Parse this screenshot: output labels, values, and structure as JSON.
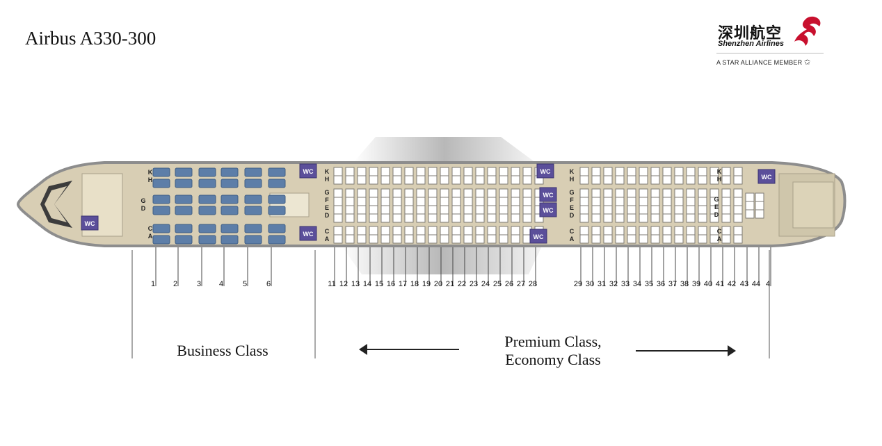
{
  "title": "Airbus A330-300",
  "airline": {
    "name_cn": "深圳航空",
    "name_en": "Shenzhen Airlines",
    "alliance": "A STAR ALLIANCE MEMBER"
  },
  "wc_label": "WC",
  "row_numbers": {
    "business": [
      "1",
      "2",
      "3",
      "4",
      "5",
      "6"
    ],
    "economy_front": [
      "11",
      "12",
      "13",
      "14",
      "15",
      "16",
      "17",
      "18",
      "19",
      "20",
      "21",
      "22",
      "23",
      "24",
      "25",
      "26",
      "27",
      "28"
    ],
    "economy_rear": [
      "29",
      "30",
      "31",
      "32",
      "33",
      "34",
      "35",
      "36",
      "37",
      "38",
      "39",
      "40",
      "41",
      "42",
      "43",
      "44",
      "4"
    ]
  },
  "seat_letters": {
    "business_top": "K H",
    "business_mid": "G D",
    "business_bot": "C A",
    "eco_top": "K H",
    "eco_mid": "G F E D",
    "eco_bot": "C A",
    "rear_mid": "G E D"
  },
  "classes": {
    "business": "Business Class",
    "economy_line1": "Premium Class,",
    "economy_line2": "Economy Class"
  },
  "colors": {
    "fuselage": "#d8ceb4",
    "fuselage_edge": "#8d8d8d",
    "business_seat": "#5d7ea8",
    "economy_seat": "#ffffff",
    "wc": "#5b4f9a",
    "logo_red": "#c8102e"
  }
}
